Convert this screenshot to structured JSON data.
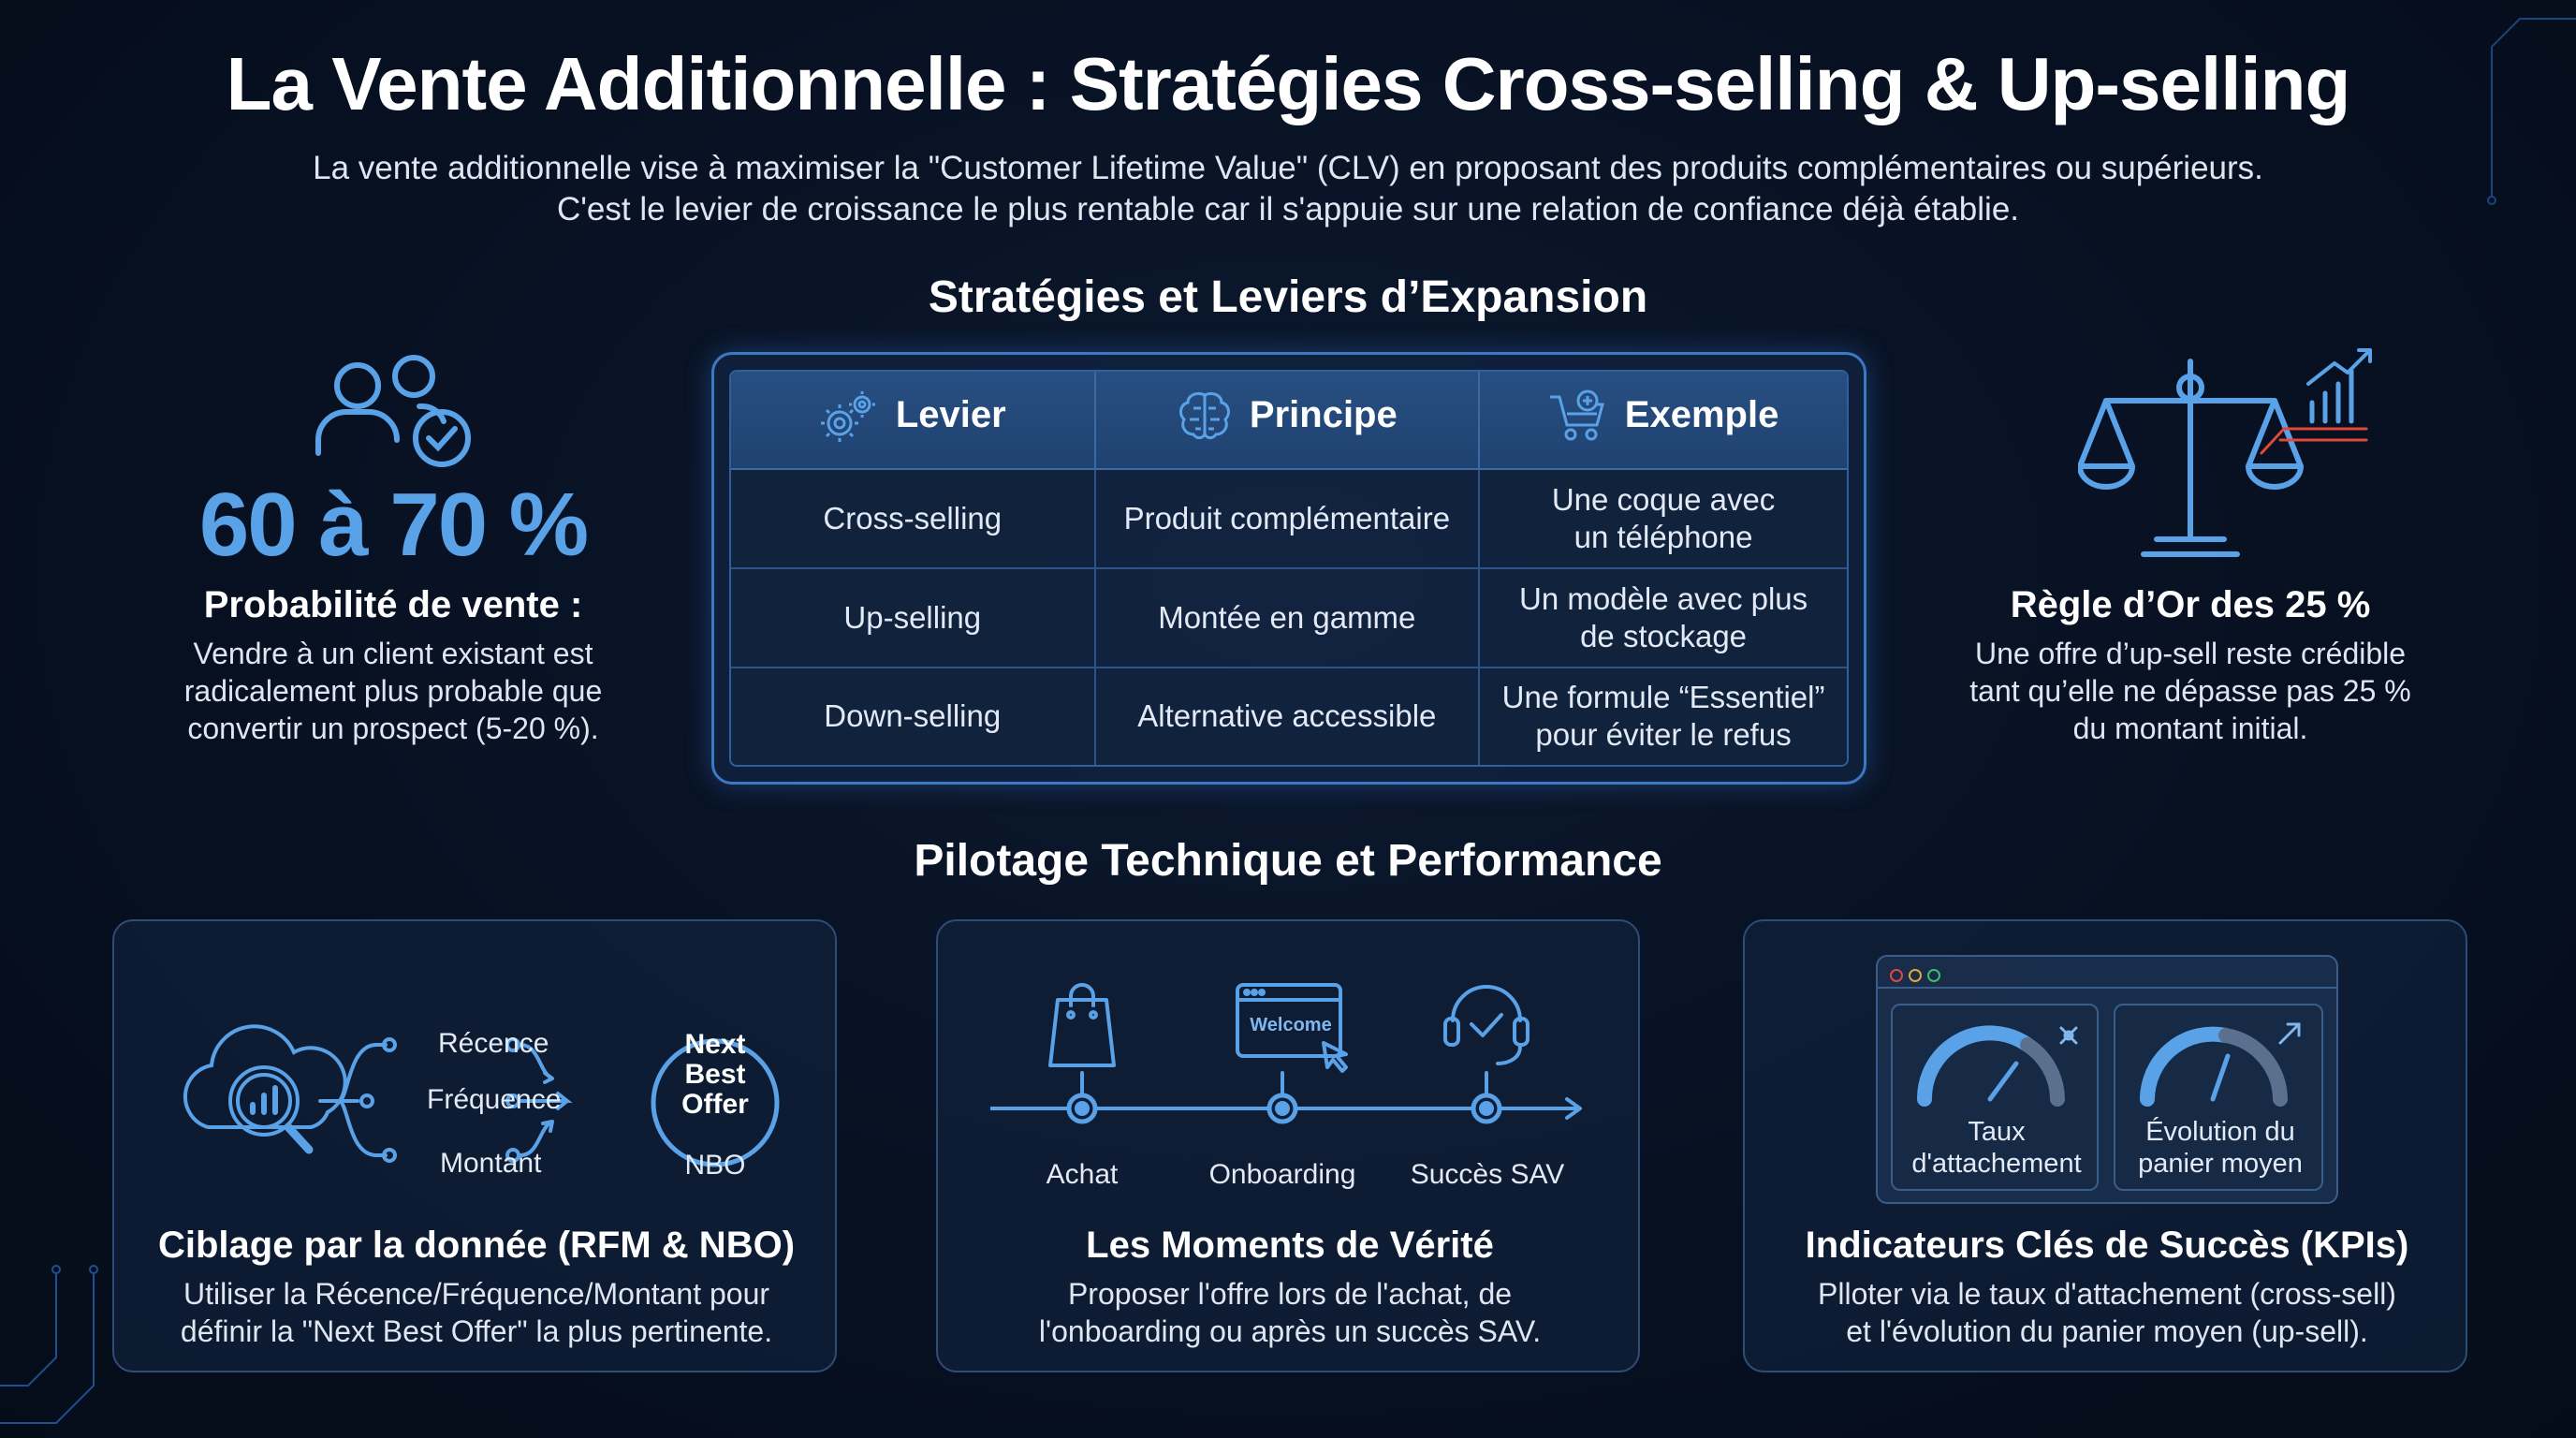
{
  "header": {
    "title": "La Vente Additionnelle : Stratégies Cross-selling & Up-selling",
    "subtitle_line1": "La vente additionnelle vise à maximiser la \"Customer Lifetime Value\" (CLV) en proposant des produits complémentaires ou supérieurs.",
    "subtitle_line2": "C'est le levier de croissance le plus rentable car il s'appuie sur une relation de confiance déjà établie."
  },
  "section1": {
    "title": "Stratégies et Leviers d’Expansion"
  },
  "left_stat": {
    "icon": "users-check-icon",
    "value": "60 à 70 %",
    "title": "Probabilité de vente :",
    "text_lines": [
      "Vendre à un client existant est",
      "radicalement plus probable que",
      "convertir un prospect (5-20 %)."
    ]
  },
  "table": {
    "headers": [
      {
        "label": "Levier",
        "icon": "gears-icon"
      },
      {
        "label": "Principe",
        "icon": "brain-icon"
      },
      {
        "label": "Exemple",
        "icon": "cart-icon"
      }
    ],
    "rows": [
      {
        "levier": "Cross-selling",
        "principe": "Produit complémentaire",
        "exemple": [
          "Une coque avec",
          "un téléphone"
        ]
      },
      {
        "levier": "Up-selling",
        "principe": "Montée en gamme",
        "exemple": [
          "Un modèle avec plus",
          "de stockage"
        ]
      },
      {
        "levier": "Down-selling",
        "principe": "Alternative accessible",
        "exemple": [
          "Une formule “Essentiel”",
          "pour éviter le refus"
        ]
      }
    ]
  },
  "right_rule": {
    "icon": "scale-chart-icon",
    "title": "Règle d’Or des 25 %",
    "text_lines": [
      "Une offre d’up-sell reste crédible",
      "tant qu’elle ne dépasse pas 25 %",
      "du montant initial."
    ]
  },
  "section2": {
    "title": "Pilotage Technique et Performance"
  },
  "card_rfm": {
    "labels": {
      "recence": "Récence",
      "frequence": "Fréquence",
      "montant": "Montant"
    },
    "nbo_lines": [
      "Next",
      "Best",
      "Offer"
    ],
    "nbo_caption": "NBO",
    "title": "Ciblage par la donnée (RFM & NBO)",
    "text_lines": [
      "Utiliser la Récence/Fréquence/Montant pour",
      "définir la \"Next Best Offer\" la plus pertinente."
    ]
  },
  "card_moments": {
    "steps": [
      "Achat",
      "Onboarding",
      "Succès SAV"
    ],
    "welcome_text": "Welcome",
    "title": "Les Moments de Vérité",
    "text_lines": [
      "Proposer l'offre lors de l'achat, de",
      "l'onboarding ou après un succès SAV."
    ]
  },
  "card_kpi": {
    "kpis": [
      {
        "label_lines": [
          "Taux",
          "d'attachement"
        ]
      },
      {
        "label_lines": [
          "Évolution du",
          "panier moyen"
        ]
      }
    ],
    "title": "Indicateurs Clés de Succès (KPIs)",
    "text_lines": [
      "Plloter via le taux d'attachement (cross-sell)",
      "et l'évolution du panier moyen (up-sell)."
    ]
  },
  "colors": {
    "accent": "#5aa2e8",
    "background": "#081224",
    "alert": "#e0483c"
  }
}
